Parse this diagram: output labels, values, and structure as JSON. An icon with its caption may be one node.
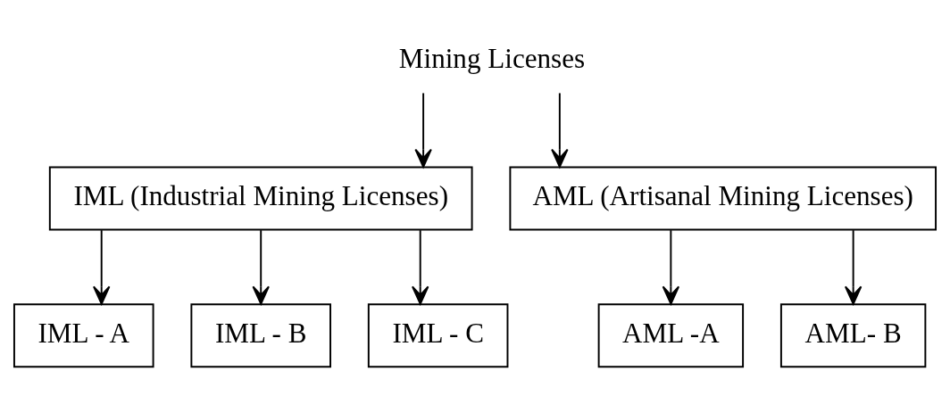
{
  "diagram": {
    "nodes": [
      {
        "text": [
          "Mining Licenses"
        ]
      },
      {
        "text": [
          "IML (Industrial Mining Licenses)"
        ]
      },
      {
        "text": [
          "AML (Artisanal Mining Licenses)"
        ]
      },
      {
        "text": [
          "IML - A"
        ]
      },
      {
        "text": [
          "IML - B"
        ]
      },
      {
        "text": [
          "IML - C"
        ]
      },
      {
        "text": [
          "AML -A"
        ]
      },
      {
        "text": [
          "AML- B"
        ]
      }
    ],
    "edges": [
      {
        "from": 0,
        "to": 1,
        "arrow": "to"
      },
      {
        "from": 0,
        "to": 2,
        "arrow": "to"
      },
      {
        "from": 1,
        "to": 3,
        "arrow": "to"
      },
      {
        "from": 1,
        "to": 4,
        "arrow": "to"
      },
      {
        "from": 1,
        "to": 5,
        "arrow": "to"
      },
      {
        "from": 2,
        "to": 6,
        "arrow": "to"
      },
      {
        "from": 2,
        "to": 7,
        "arrow": "to"
      }
    ]
  }
}
